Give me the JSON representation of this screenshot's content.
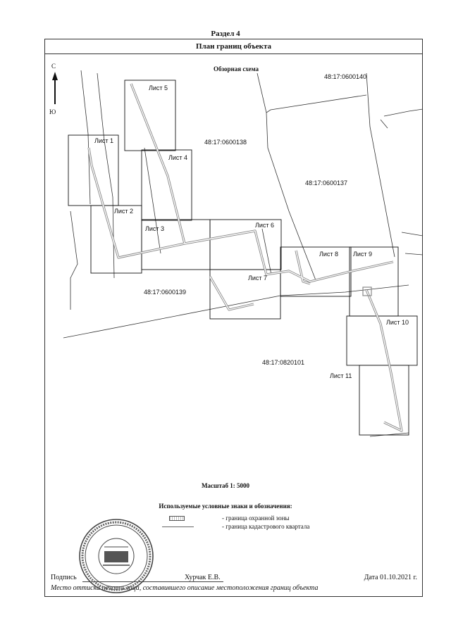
{
  "header": {
    "section": "Раздел 4",
    "plan_title": "План границ объекта"
  },
  "map": {
    "title": "Обзорная схема",
    "north": "С",
    "south": "Ю",
    "sheets": [
      "Лист 1",
      "Лист 2",
      "Лист 3",
      "Лист 4",
      "Лист 5",
      "Лист 6",
      "Лист 7",
      "Лист 8",
      "Лист 9",
      "Лист 10",
      "Лист 11"
    ],
    "parcels": [
      "48:17:0600140",
      "48:17:0600138",
      "48:17:0600137",
      "48:17:0600139",
      "48:17:0820101"
    ]
  },
  "scale": "Масштаб 1: 5000",
  "legend": {
    "title": "Используемые условные знаки и обозначения:",
    "items": [
      {
        "label": "- граница  охранной зоны"
      },
      {
        "label": "- граница кадастрового квартала"
      }
    ]
  },
  "signature": {
    "label": "Подпись",
    "name": "Хурчак Е.В.",
    "date": "Дата 01.10.2021 г.",
    "place_note": "Место оттиска печати лица, составившего описание местоположения границ объекта"
  },
  "colors": {
    "line": "#333333",
    "zone": "#888888",
    "stamp": "#444444"
  }
}
